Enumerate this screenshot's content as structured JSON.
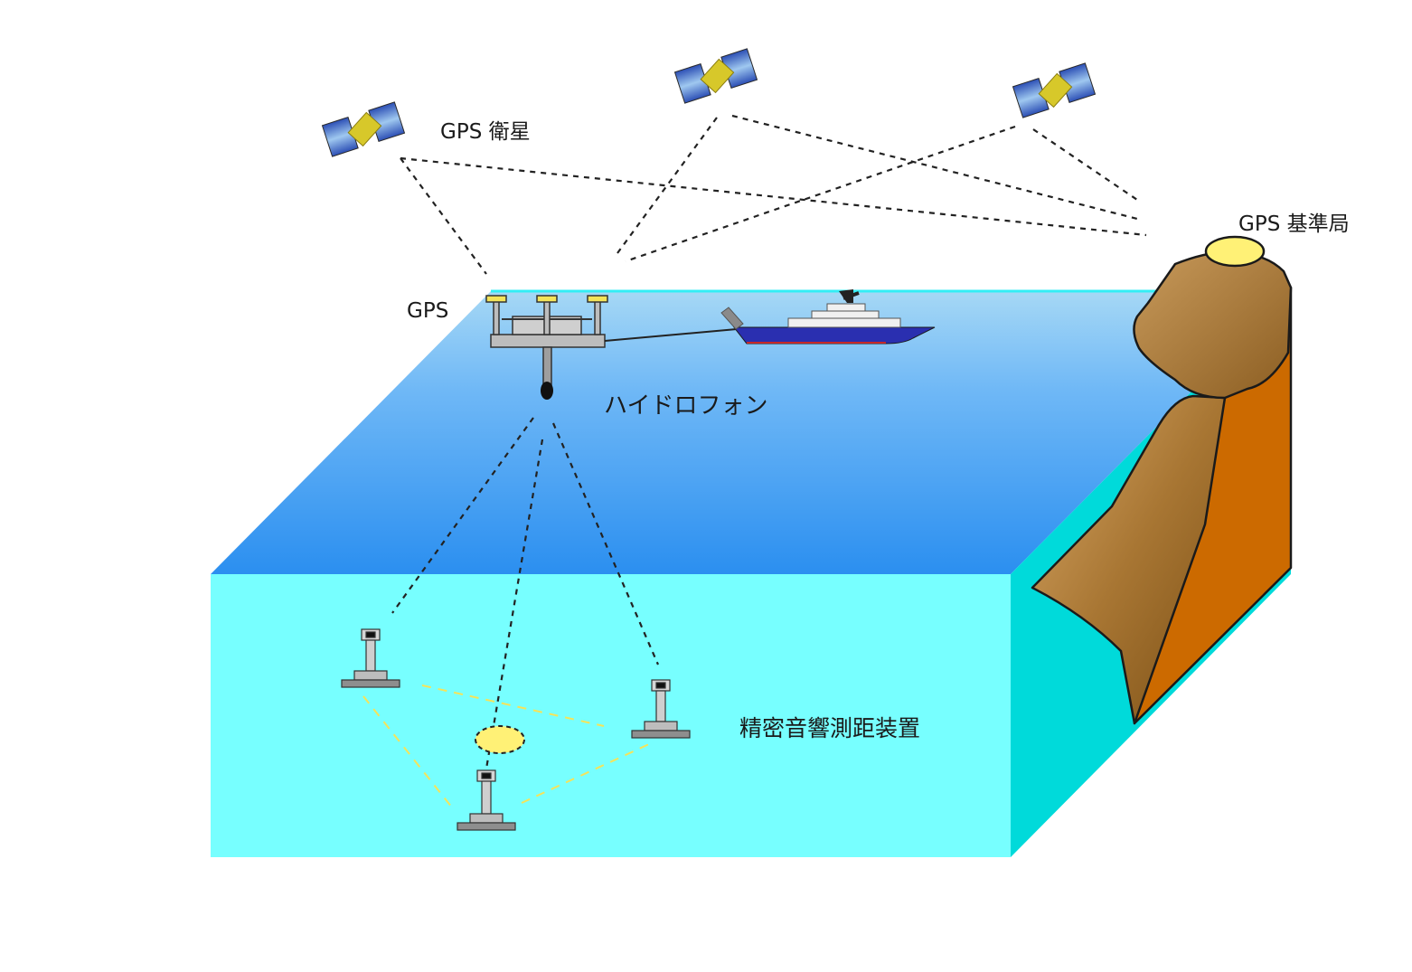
{
  "labels": {
    "gps_satellite": "GPS 衛星",
    "gps_reference_station": "GPS 基準局",
    "gps": "GPS",
    "hydrophone": "ハイドロフォン",
    "acoustic_ranging": "精密音響測距装置"
  },
  "colors": {
    "sea_top_light": "#A6D8F5",
    "sea_top_deep": "#2B8FF0",
    "sea_front": "#77FFFF",
    "sea_side": "#00DADA",
    "sea_back_edge": "#33EEF5",
    "cliff_face": "#B07B3A",
    "cliff_side": "#CC6A00",
    "gps_station_dome": "#FFF176",
    "satellite_body": "#D7C82A",
    "satellite_panel": "#3F69C8",
    "ship_hull": "#2A2FB0",
    "seafloor_unit": "#9E9E9E",
    "seafloor_link": "#F5E35A",
    "signal_line": "#222222"
  },
  "icons": {
    "satellite": "satellite-icon",
    "buoy": "gps-buoy-icon",
    "ship": "ship-icon",
    "hydrophone": "hydrophone-icon",
    "transponder": "transponder-icon",
    "reference_station": "gps-dome-icon"
  }
}
